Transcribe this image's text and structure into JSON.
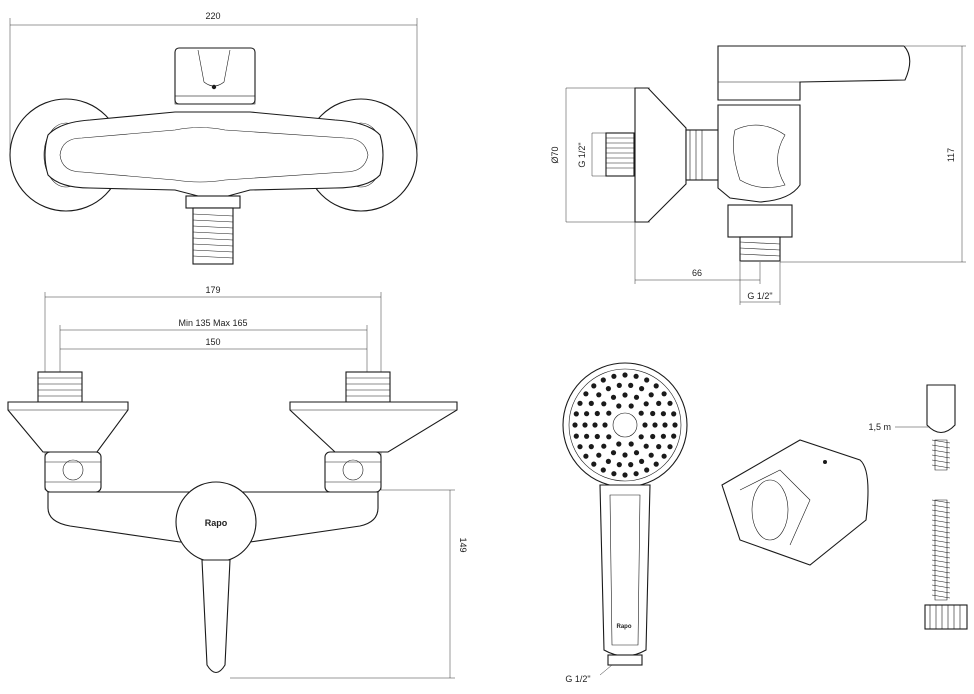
{
  "dimensions": {
    "top_width": "220",
    "front_total": "179",
    "front_range": "Min 135 Max 165",
    "front_center": "150",
    "front_height": "149",
    "side_diameter": "Ø70",
    "side_thread": "G 1/2\"",
    "side_depth": "66",
    "side_outlet_thread": "G 1/2\"",
    "side_height": "117",
    "hose_length": "1,5 m",
    "handshower_thread": "G 1/2\""
  },
  "logos": {
    "body_logo": "Rapo",
    "handshower_logo": "Rapo"
  }
}
